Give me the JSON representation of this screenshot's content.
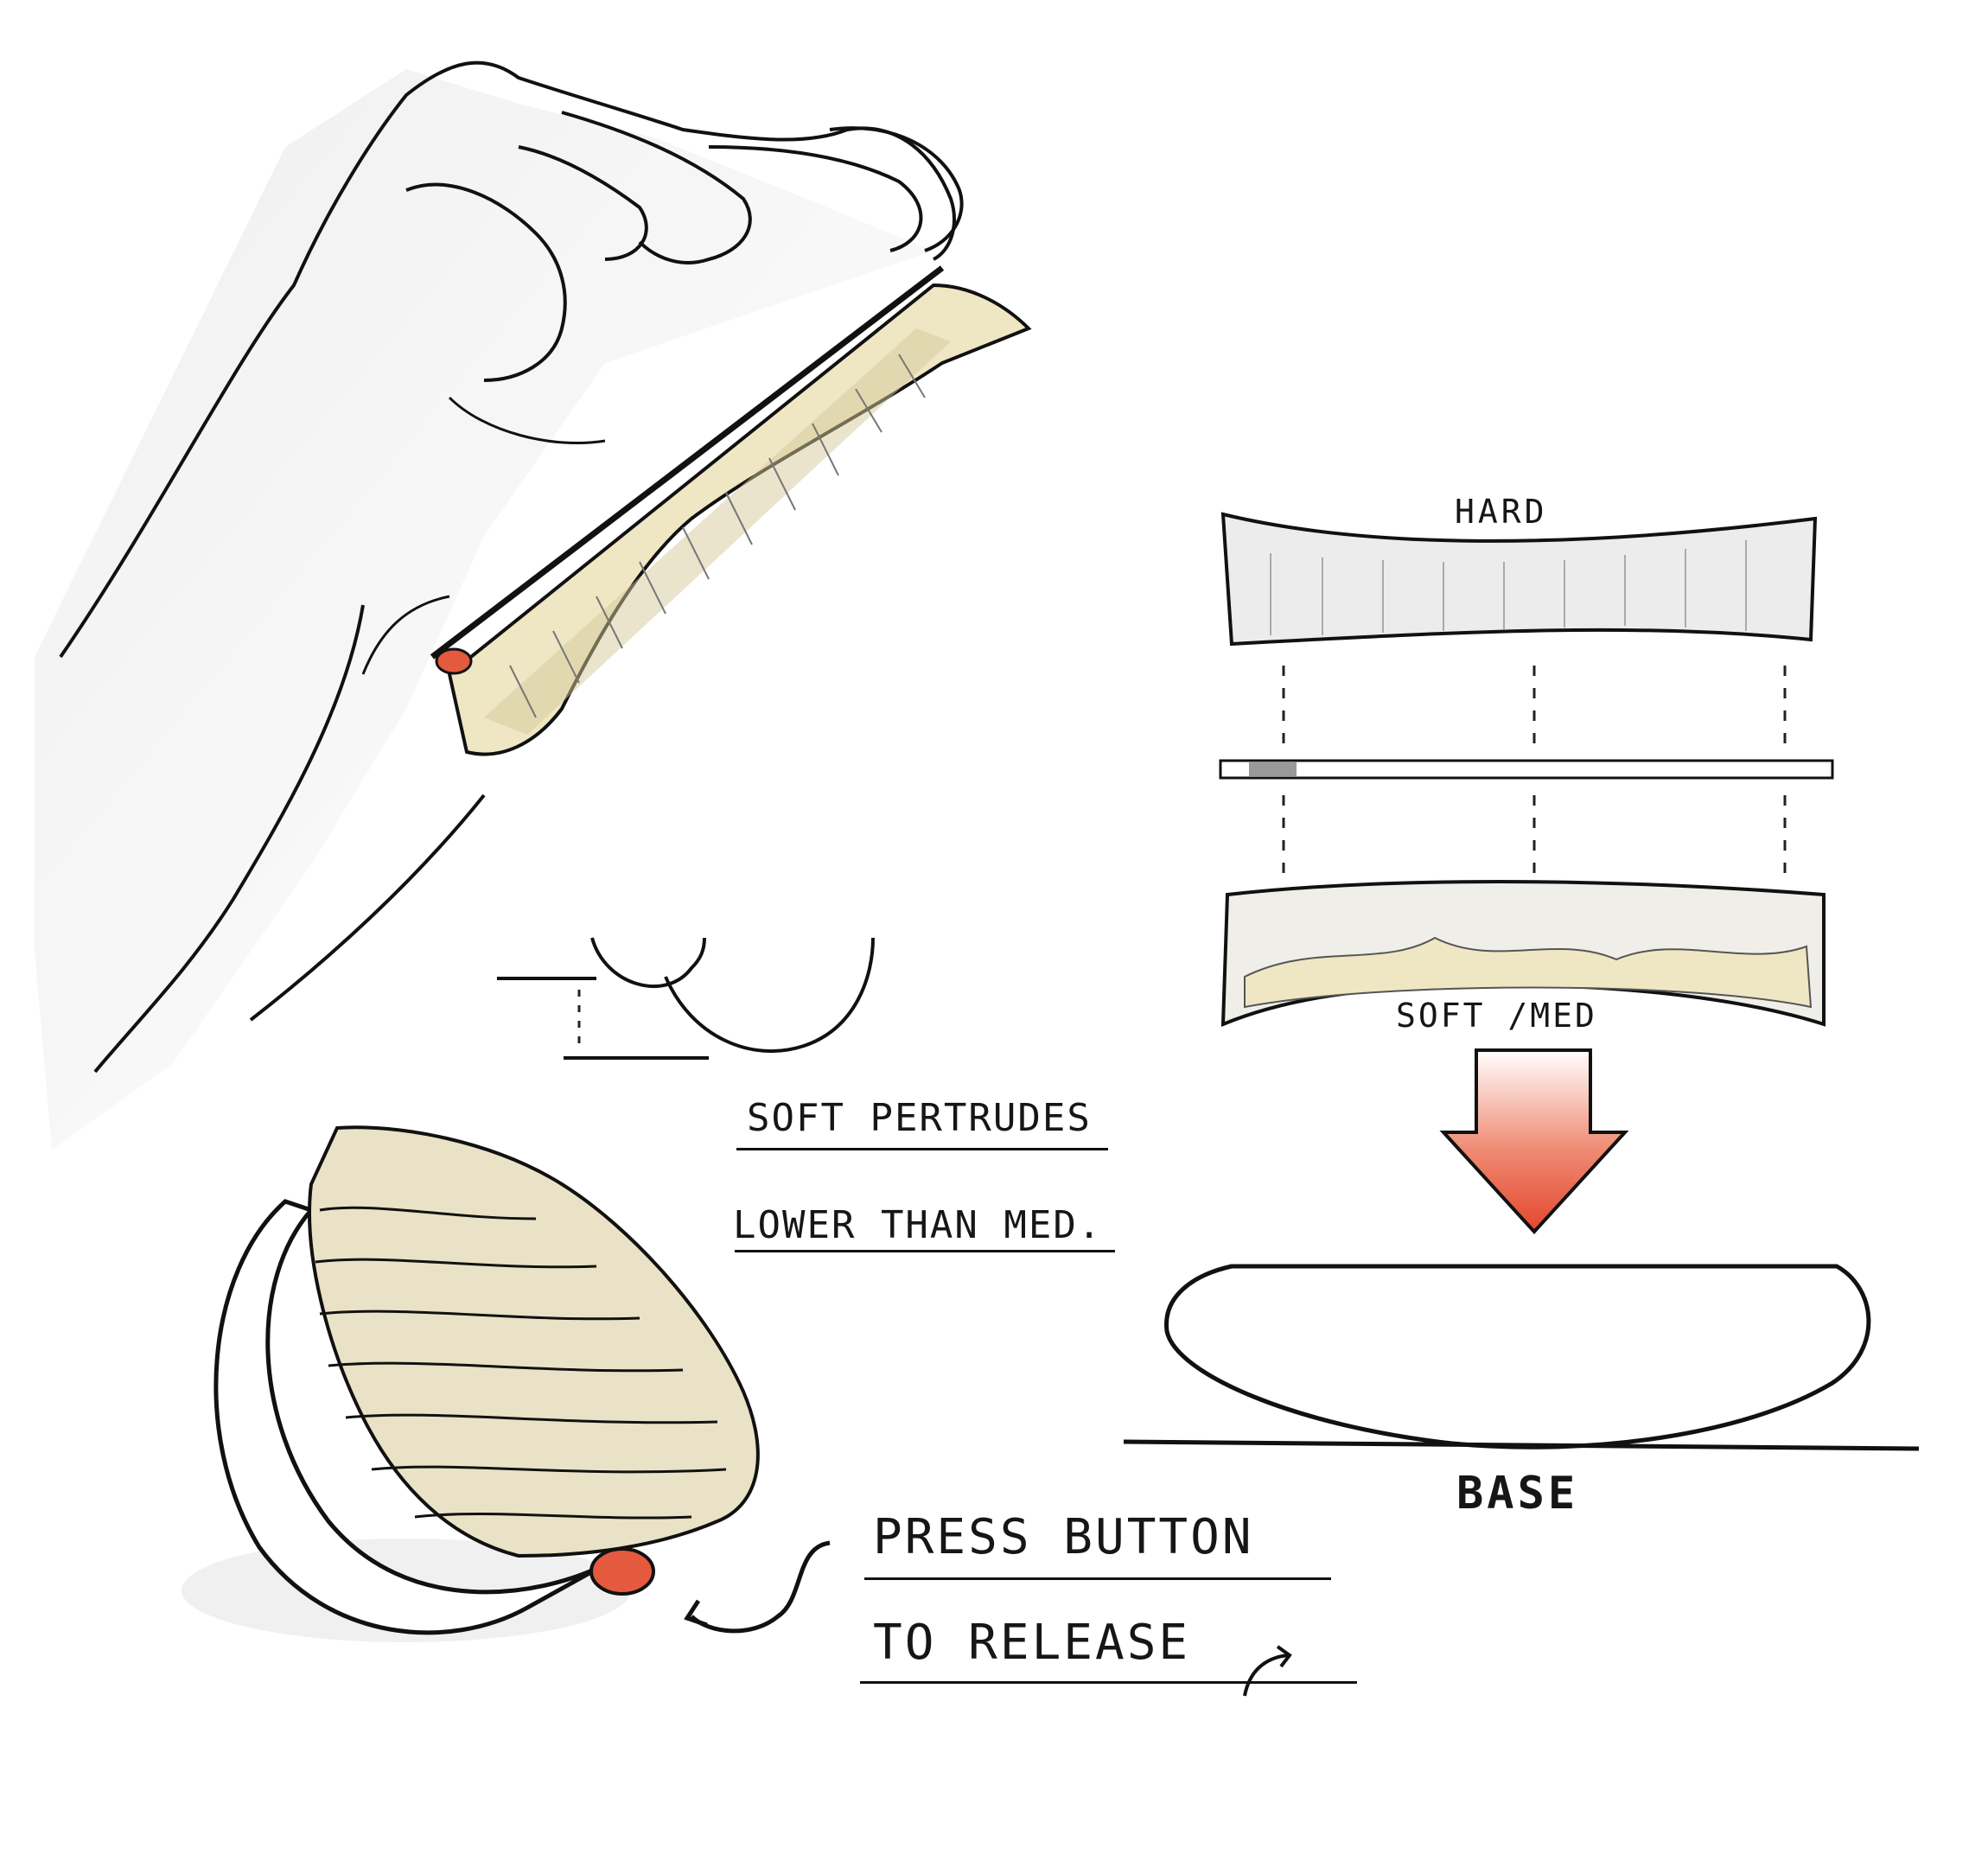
{
  "labels": {
    "hard": "HARD",
    "soft_med": "SOFT /MED",
    "base": "BASE",
    "note_line1": "SOFT PERTRUDES",
    "note_line2": "LOWER THAN MED.",
    "press_line1": "PRESS BUTTON",
    "press_line2": "TO RELEASE"
  },
  "colors": {
    "ink": "#111111",
    "bristle": "#efe6c4",
    "bristle_shade": "#d6c99a",
    "accent": "#e2472e",
    "button": "#e35a3f",
    "shadow": "#e6e6e6"
  }
}
